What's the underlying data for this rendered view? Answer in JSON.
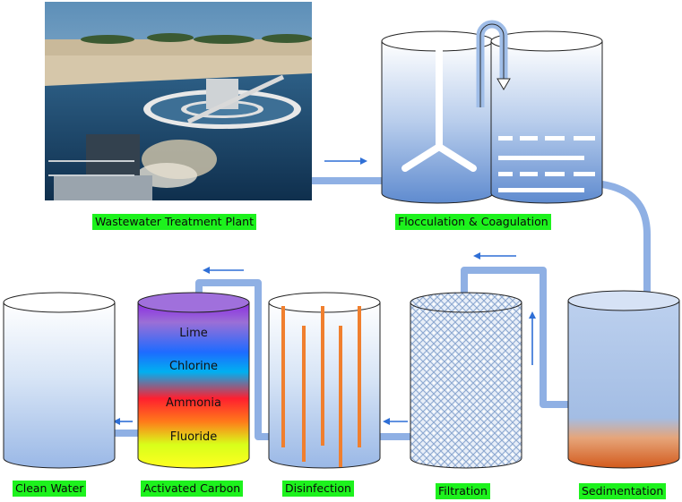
{
  "stages": [
    {
      "id": "plant",
      "label": "Wastewater Treatment Plant",
      "icon": "wastewater-plant-photo"
    },
    {
      "id": "flocculation",
      "label": "Flocculation & Coagulation",
      "icon": "mixing-tank"
    },
    {
      "id": "sedimentation",
      "label": "Sedimentation",
      "icon": "settling-tank"
    },
    {
      "id": "filtration",
      "label": "Filtration",
      "icon": "filter-tank"
    },
    {
      "id": "disinfection",
      "label": "Disinfection",
      "icon": "disinfection-tank"
    },
    {
      "id": "carbon",
      "label": "Activated Carbon",
      "icon": "activated-carbon-tank"
    },
    {
      "id": "clean",
      "label": "Clean Water",
      "icon": "clean-water-tank"
    }
  ],
  "carbon_layers": [
    "Lime",
    "Chlorine",
    "Ammonia",
    "Fluoride"
  ],
  "colors": {
    "label_bg": "#1df21d",
    "pipe": "#8fb0e4",
    "arrow": "#2f6fd6",
    "water_top": "#ffffff",
    "water_bottom": "#9ab8e6",
    "sediment": "#d9652a",
    "disinfect_rod": "#f07f2e"
  }
}
